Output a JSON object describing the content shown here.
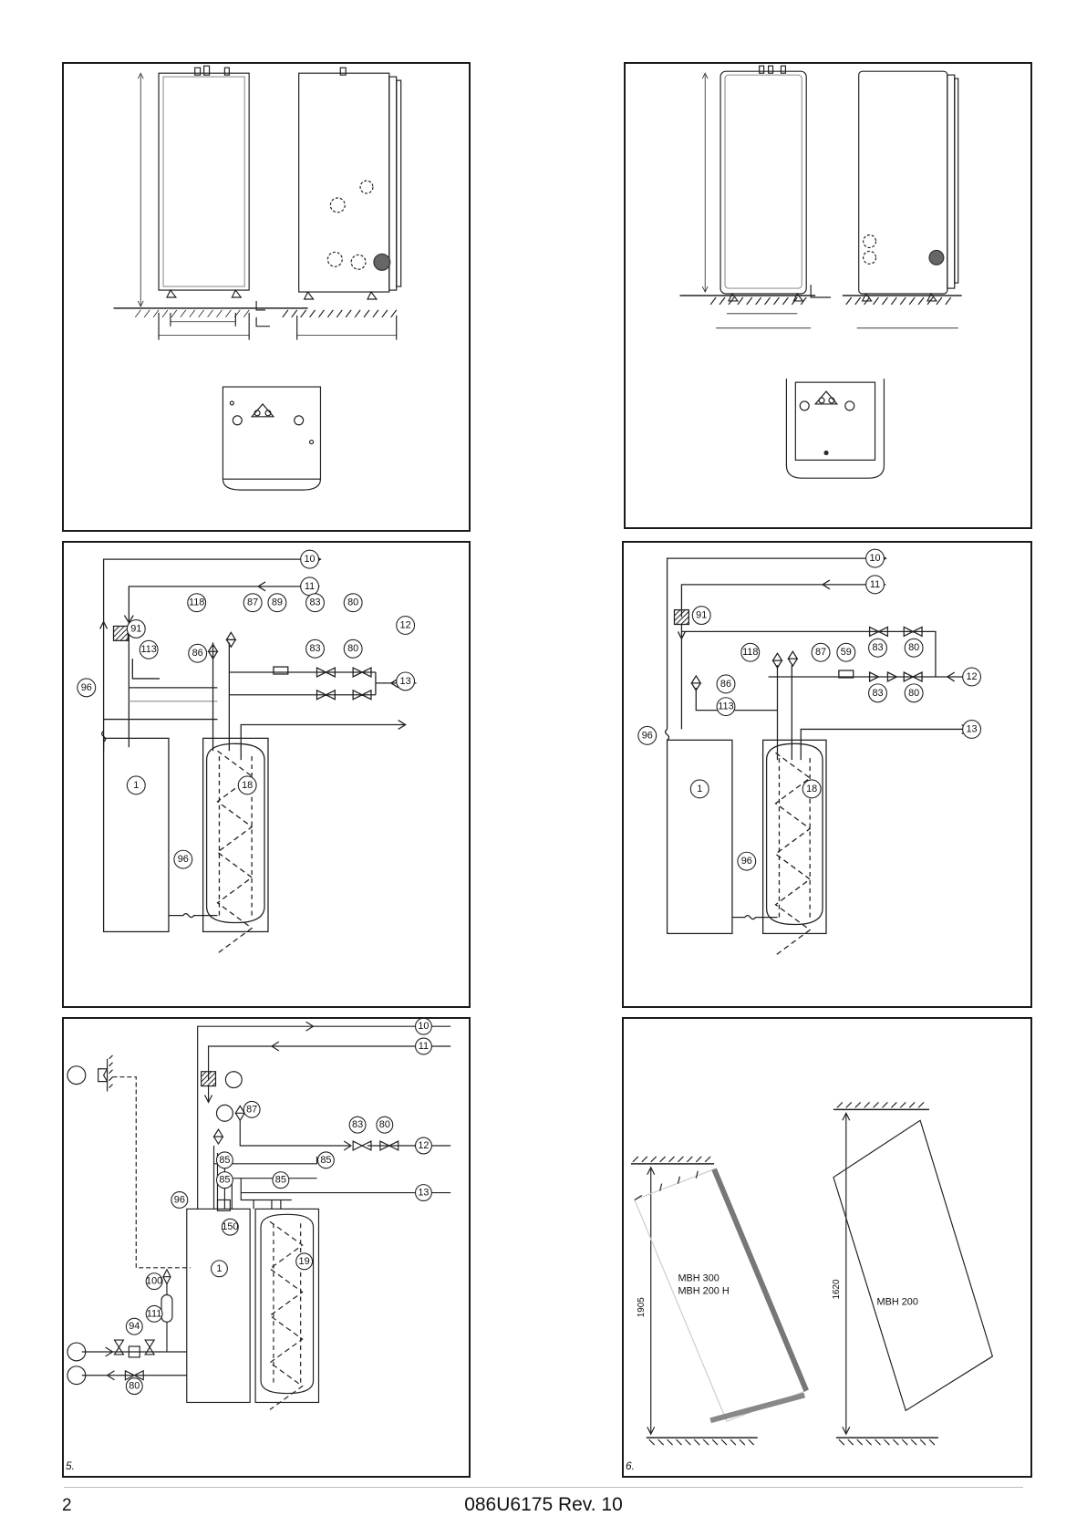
{
  "footer": {
    "page_number": "2",
    "doc_id": "086U6175 Rev. 10"
  },
  "panel_captions": {
    "p5": "5.",
    "p6": "6."
  },
  "labels": {
    "n1": "1",
    "n10": "10",
    "n11": "11",
    "n12": "12",
    "n13": "13",
    "n18": "18",
    "n19": "19",
    "n59": "59",
    "n80": "80",
    "n83": "83",
    "n85": "85",
    "n86": "86",
    "n87": "87",
    "n89": "89",
    "n91": "91",
    "n94": "94",
    "n96": "96",
    "n100": "100",
    "n111": "111",
    "n113": "113",
    "n118": "118",
    "n150": "150"
  },
  "tilt": {
    "left_model_line1": "MBH 300",
    "left_model_line2": "MBH 200 H",
    "left_height": "1905",
    "right_model": "MBH 200",
    "right_height": "1620"
  }
}
